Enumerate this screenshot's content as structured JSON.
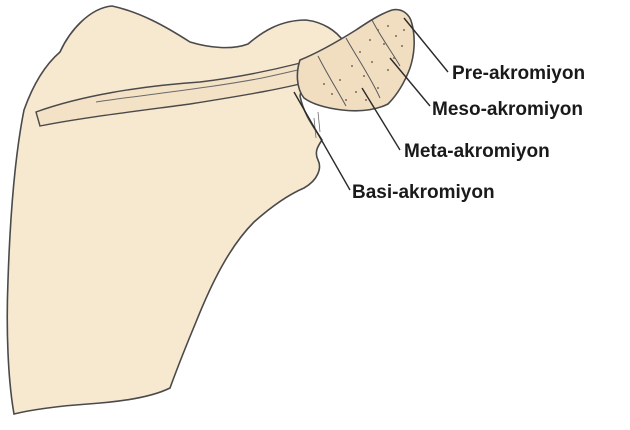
{
  "labels": {
    "pre_acromion": "Pre-akromiyon",
    "meso_acromion": "Meso-akromiyon",
    "meta_acromion": "Meta-akromiyon",
    "basi_acromion": "Basi-akromiyon"
  },
  "colors": {
    "bone_fill": "#f7e8d0",
    "outline": "#4a4a4a",
    "text": "#1a1a1a",
    "background": "#ffffff"
  }
}
